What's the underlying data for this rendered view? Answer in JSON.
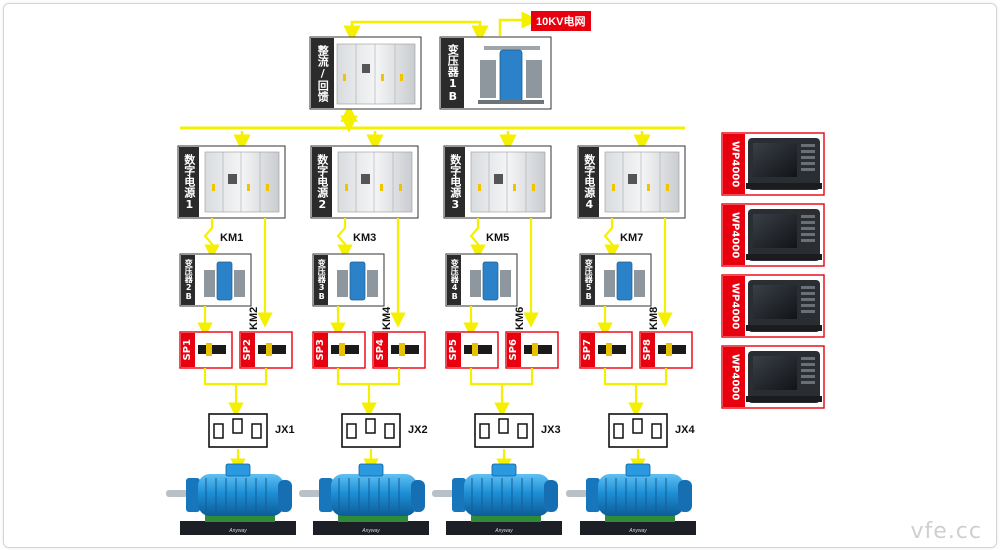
{
  "grid_label": "10KV电网",
  "rectifier_label": "整流/回馈",
  "transformer_1b_label": "变压器1B",
  "power_units": [
    {
      "label": "数字电源1",
      "km_left": "KM1",
      "transformer_label": "变压器2B",
      "km_right": "KM2",
      "sp_left": "SP1",
      "sp_right": "SP2",
      "jx": "JX1"
    },
    {
      "label": "数字电源2",
      "km_left": "KM3",
      "transformer_label": "变压器3B",
      "km_right": "KM4",
      "sp_left": "SP3",
      "sp_right": "SP4",
      "jx": "JX2"
    },
    {
      "label": "数字电源3",
      "km_left": "KM5",
      "transformer_label": "变压器4B",
      "km_right": "KM6",
      "sp_left": "SP5",
      "sp_right": "SP6",
      "jx": "JX3"
    },
    {
      "label": "数字电源4",
      "km_left": "KM7",
      "transformer_label": "变压器5B",
      "km_right": "KM8",
      "sp_left": "SP7",
      "sp_right": "SP8",
      "jx": "JX4"
    }
  ],
  "analyzers": [
    "WP4000",
    "WP4000",
    "WP4000",
    "WP4000"
  ],
  "motor_brand": "Anyway",
  "watermark": "vfe.cc",
  "colors": {
    "bus": "#f4f000",
    "label_red": "#e8000e",
    "label_dark": "#2b2b2b",
    "motor": "#1f8fd6"
  }
}
